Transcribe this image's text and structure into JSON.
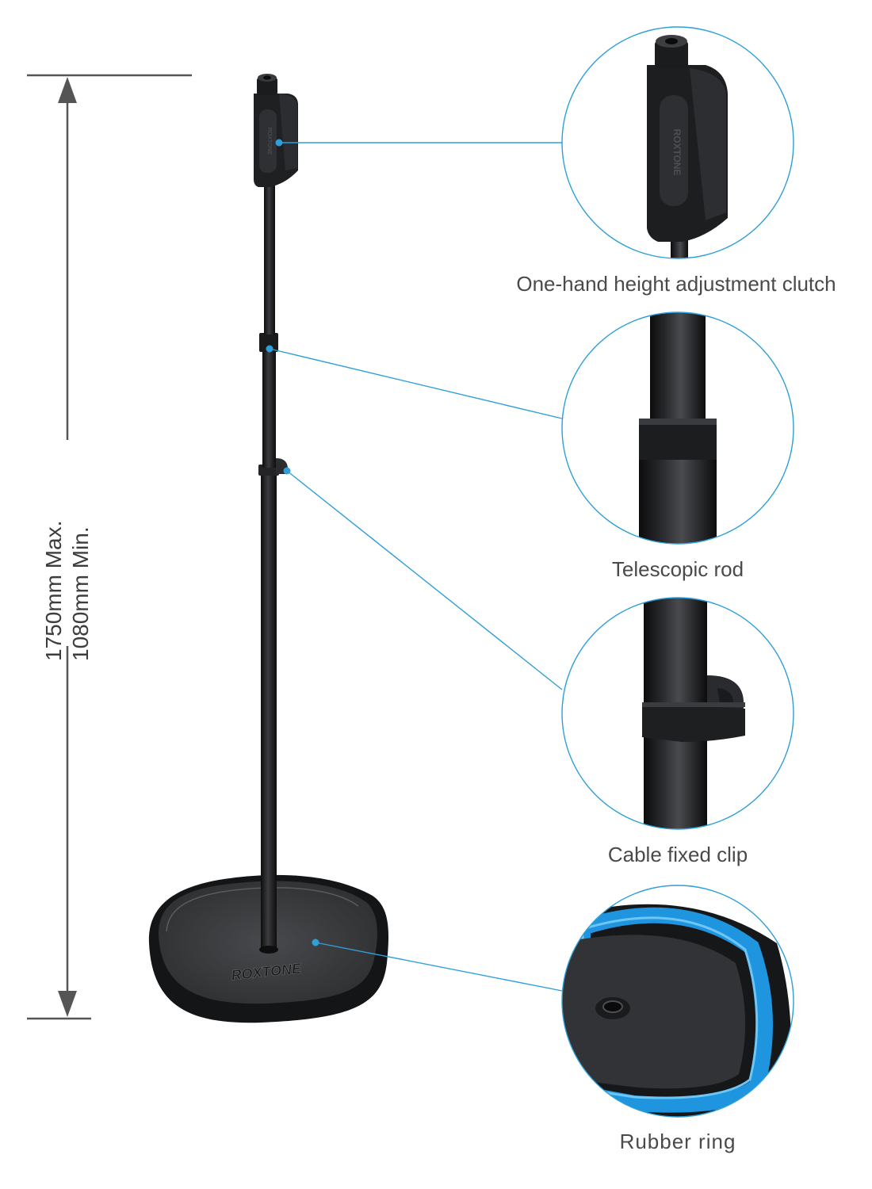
{
  "brand": {
    "name": "ROXTONE"
  },
  "dimensions": {
    "max_label": "1750mm Max.",
    "min_label": "1080mm Min."
  },
  "callouts": [
    {
      "id": "clutch",
      "label": "One-hand height adjustment clutch"
    },
    {
      "id": "rod",
      "label": "Telescopic rod"
    },
    {
      "id": "clip",
      "label": "Cable fixed clip"
    },
    {
      "id": "ring",
      "label": "Rubber ring"
    }
  ],
  "colors": {
    "accent": "#2e9fd8",
    "rubber_ring": "#1f95e0",
    "stand": "#1b1c1e",
    "base_top": "#3a3b3e",
    "caption_text": "#4a4a4a",
    "dimension_line": "#555555"
  }
}
